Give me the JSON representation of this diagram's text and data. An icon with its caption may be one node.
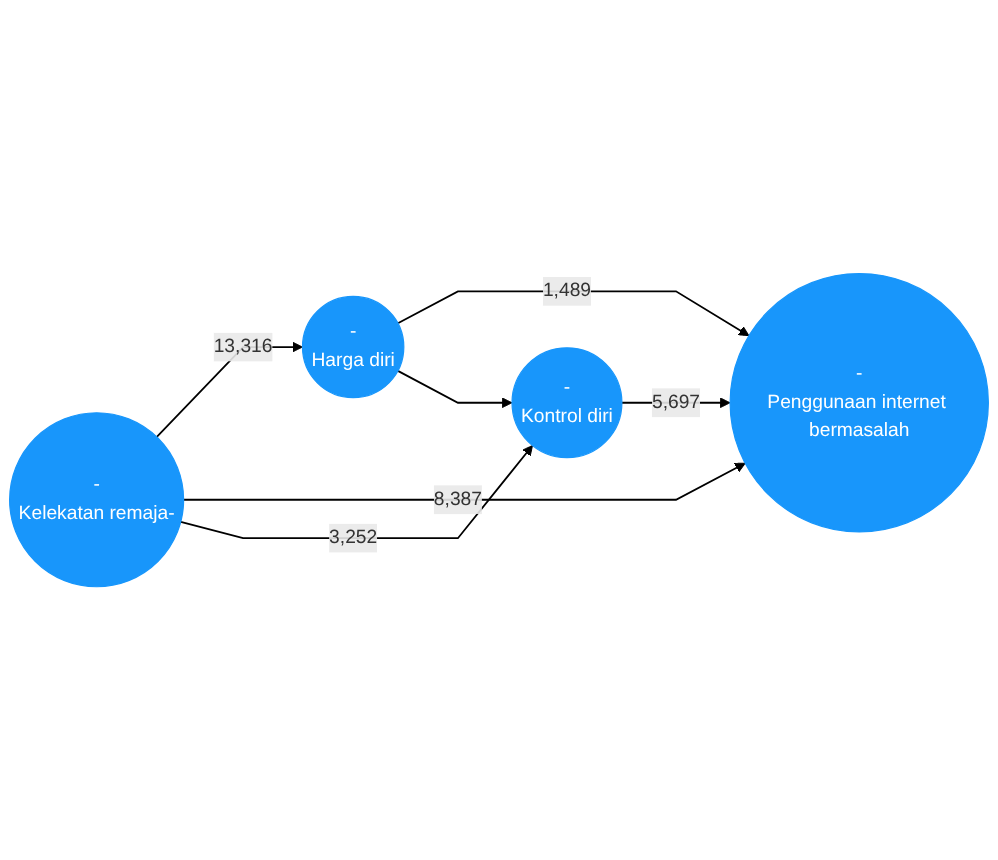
{
  "diagram": {
    "nodes": [
      {
        "text": [
          "-",
          "Harga diri"
        ]
      },
      {
        "text": [
          "-",
          "Kelekatan remaja-"
        ]
      },
      {
        "text": [
          "-",
          "Penggunaan internet bermasalah"
        ]
      },
      {
        "text": [
          "-",
          "Kontrol diri"
        ]
      }
    ],
    "edges": [
      {
        "from": 1,
        "to": 0,
        "arrow": "to",
        "label": "13,316"
      },
      {
        "from": 0,
        "to": 2,
        "arrow": "to",
        "label": "1,489"
      },
      {
        "from": 1,
        "to": 2,
        "arrow": "to",
        "label": "8,387"
      },
      {
        "from": 1,
        "to": 3,
        "arrow": "to",
        "label": "3,252"
      },
      {
        "from": 0,
        "to": 3,
        "arrow": "to"
      },
      {
        "from": 3,
        "to": 2,
        "arrow": "to",
        "label": "5,697"
      }
    ]
  }
}
